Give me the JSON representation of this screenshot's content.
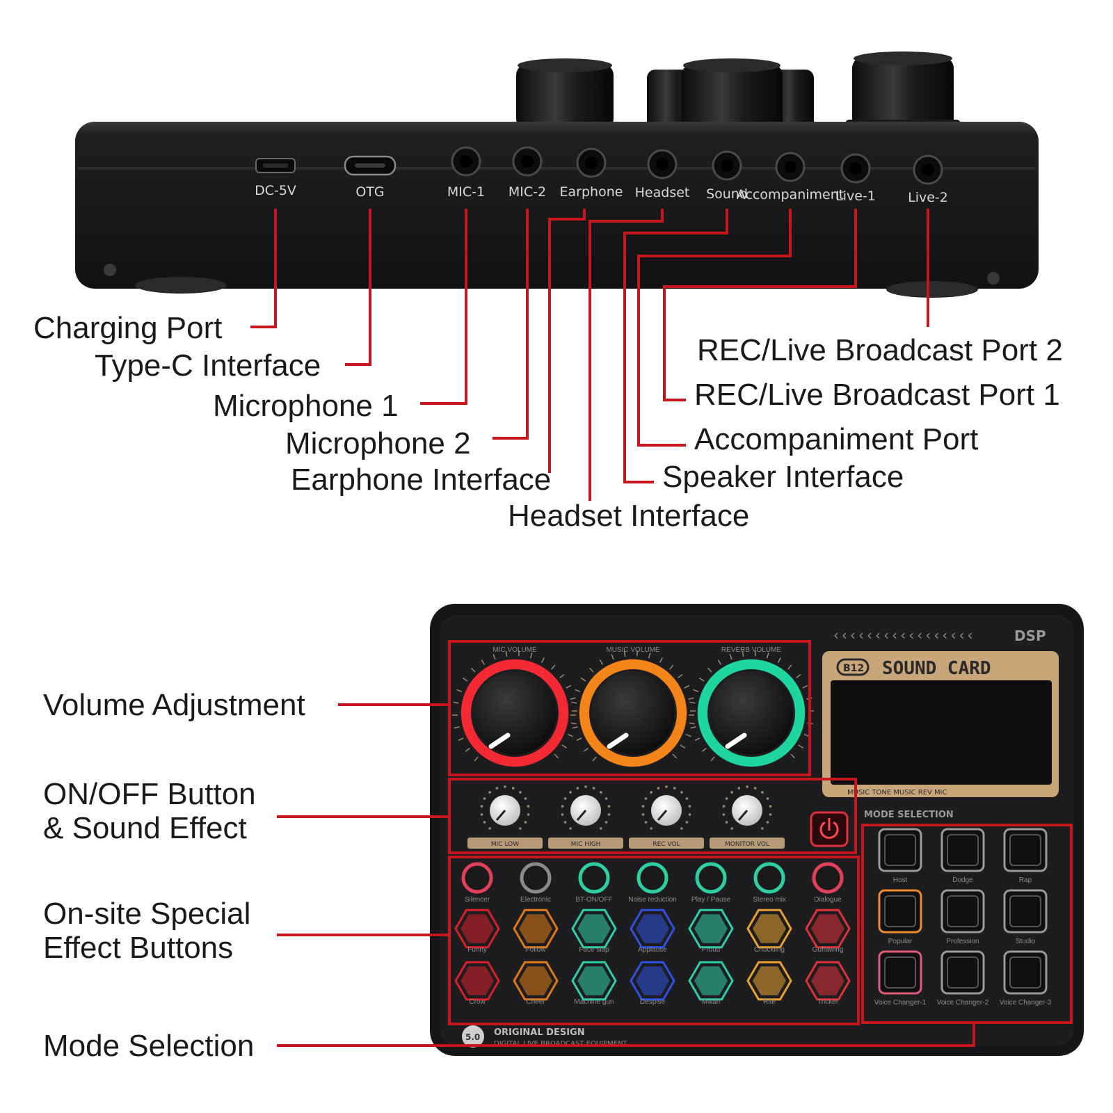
{
  "colors": {
    "leader": "#c8161e",
    "device": "#1b1b1d",
    "label": "#1a1a1a"
  },
  "side_panel": {
    "ports": [
      {
        "label": "DC-5V",
        "icon": "micro-usb-port-icon"
      },
      {
        "label": "OTG",
        "icon": "usb-c-port-icon"
      },
      {
        "label": "MIC-1",
        "icon": "jack-icon"
      },
      {
        "label": "MIC-2",
        "icon": "jack-icon"
      },
      {
        "label": "Earphone",
        "icon": "jack-icon"
      },
      {
        "label": "Headset",
        "icon": "jack-icon"
      },
      {
        "label": "Sound",
        "icon": "jack-icon"
      },
      {
        "label": "Accompaniment",
        "icon": "jack-icon"
      },
      {
        "label": "Live-1",
        "icon": "jack-icon"
      },
      {
        "label": "Live-2",
        "icon": "jack-icon"
      }
    ],
    "callouts": [
      "Charging Port",
      "Type-C Interface",
      "Microphone 1",
      "Microphone 2",
      "Earphone Interface",
      "Headset Interface",
      "Speaker Interface",
      "Accompaniment Port",
      "REC/Live Broadcast Port 1",
      "REC/Live Broadcast Port 2"
    ]
  },
  "top_panel": {
    "callouts": {
      "volume": "Volume Adjustment",
      "onoff_1": "ON/OFF Button",
      "onoff_2": "& Sound Effect",
      "onsite_1": "On-site Special",
      "onsite_2": "Effect Buttons",
      "mode": "Mode Selection"
    },
    "dsp_text": "DSP",
    "screen_title": "SOUND CARD",
    "screen_badge": "B12",
    "screen_footer": "MUSIC TONE  MUSIC  REV  MIC",
    "volume_knob_labels": [
      "MIC VOLUME",
      "MUSIC VOLUME",
      "REVERB VOLUME"
    ],
    "volume_knob_colors": [
      "#ff2a35",
      "#ff8a1a",
      "#1fe0a2"
    ],
    "small_knob_labels": [
      "MIC LOW",
      "MIC HIGH",
      "REC VOL",
      "MONITOR VOL"
    ],
    "round_buttons": [
      {
        "label": "Silencer",
        "color": "#e0405a"
      },
      {
        "label": "Electronic",
        "color": "#8a8a8a"
      },
      {
        "label": "BT-ON/OFF",
        "color": "#2fd0a0"
      },
      {
        "label": "Noise reduction",
        "color": "#2fd0a0"
      },
      {
        "label": "Play / Pause",
        "color": "#2fd0a0"
      },
      {
        "label": "Stereo mix",
        "color": "#2fd0a0"
      },
      {
        "label": "Dialogue",
        "color": "#e0405a"
      }
    ],
    "hex_row1": [
      {
        "label": "Funny",
        "color": "#d8202c"
      },
      {
        "label": "Follow",
        "color": "#e07a18"
      },
      {
        "label": "Face slap",
        "color": "#2fd0a0"
      },
      {
        "label": "Applause",
        "color": "#2f50e0"
      },
      {
        "label": "Proud",
        "color": "#2fd0a0"
      },
      {
        "label": "Chuckling",
        "color": "#e8a030"
      },
      {
        "label": "Guffawing",
        "color": "#e0303a"
      }
    ],
    "hex_row2": [
      {
        "label": "Crow",
        "color": "#d8202c"
      },
      {
        "label": "Cheer",
        "color": "#e07a18"
      },
      {
        "label": "Machine gun",
        "color": "#2fd0a0"
      },
      {
        "label": "Despise",
        "color": "#2f50e0"
      },
      {
        "label": "Mwah",
        "color": "#2fd0a0"
      },
      {
        "label": "Rite",
        "color": "#e8a030"
      },
      {
        "label": "Tricker",
        "color": "#e0303a"
      }
    ],
    "mode_title": "MODE SELECTION",
    "mode_pads": [
      {
        "label": "Host",
        "color": "#9a9a9a"
      },
      {
        "label": "Dodge",
        "color": "#9a9a9a"
      },
      {
        "label": "Rap",
        "color": "#9a9a9a"
      },
      {
        "label": "Popular",
        "color": "#f08a30"
      },
      {
        "label": "Profession",
        "color": "#9a9a9a"
      },
      {
        "label": "Studio",
        "color": "#9a9a9a"
      },
      {
        "label": "Voice Changer-1",
        "color": "#e05a7a"
      },
      {
        "label": "Voice Changer-2",
        "color": "#9a9a9a"
      },
      {
        "label": "Voice Changer-3",
        "color": "#9a9a9a"
      }
    ],
    "brand_line1": "ORIGINAL DESIGN",
    "brand_line2": "DIGITAL LIVE BROADCAST EQUIPMENT",
    "brand_badge": "5.0"
  }
}
